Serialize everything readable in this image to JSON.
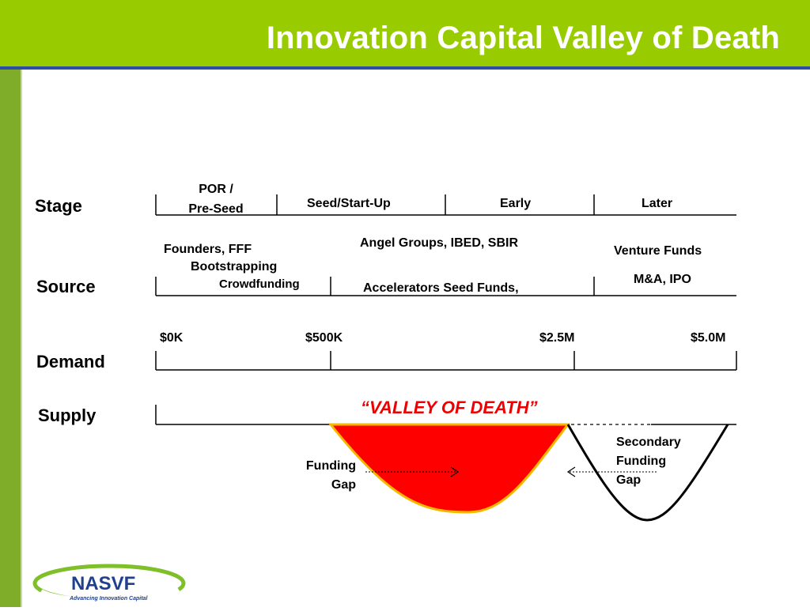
{
  "title": "Innovation Capital Valley of Death",
  "rows": {
    "stage": "Stage",
    "source": "Source",
    "demand": "Demand",
    "supply": "Supply"
  },
  "stages": {
    "por_line1": "POR /",
    "por_line2": "Pre-Seed",
    "seed": "Seed/Start-Up",
    "early": "Early",
    "later": "Later"
  },
  "sources": {
    "founders": "Founders, FFF",
    "bootstrapping": "Bootstrapping",
    "crowdfunding": "Crowdfunding",
    "angel": "Angel Groups, IBED, SBIR",
    "accelerators": "Accelerators Seed Funds,",
    "venture": "Venture Funds",
    "ma": "M&A, IPO"
  },
  "demand_ticks": [
    "$0K",
    "$500K",
    "$2.5M",
    "$5.0M"
  ],
  "valley_label": "“VALLEY OF DEATH”",
  "funding_gap": {
    "line1": "Funding",
    "line2": "Gap"
  },
  "secondary_gap": {
    "line1": "Secondary",
    "line2": "Funding",
    "line3": "Gap"
  },
  "logo": {
    "name": "NASVF",
    "tagline": "Advancing Innovation Capital"
  },
  "colors": {
    "header": "#99cc00",
    "rule": "#2e4ea5",
    "valley_fill": "#ff0000",
    "valley_stroke": "#f6b800",
    "logo_green": "#7fbf2a",
    "logo_blue": "#1f3f8f"
  }
}
